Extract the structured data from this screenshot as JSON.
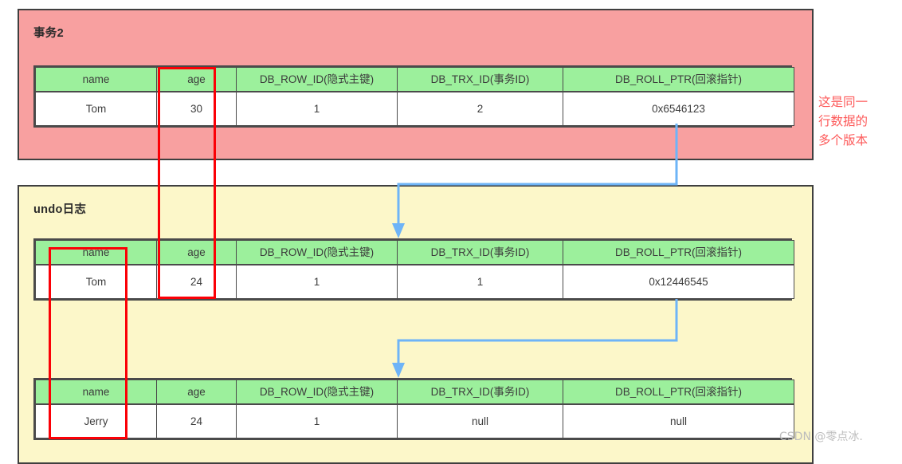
{
  "panels": {
    "transaction": {
      "title": "事务2"
    },
    "undo": {
      "title": "undo日志"
    }
  },
  "columns": {
    "name": "name",
    "age": "age",
    "row_id": "DB_ROW_ID(隐式主键)",
    "trx_id": "DB_TRX_ID(事务ID)",
    "roll_ptr": "DB_ROLL_PTR(回滚指针)"
  },
  "tables": [
    {
      "id": "current-row",
      "headers": [
        "name",
        "age",
        "DB_ROW_ID(隐式主键)",
        "DB_TRX_ID(事务ID)",
        "DB_ROLL_PTR(回滚指针)"
      ],
      "row": {
        "name": "Tom",
        "age": "30",
        "row_id": "1",
        "trx_id": "2",
        "roll_ptr": "0x6546123"
      }
    },
    {
      "id": "undo-version-1",
      "headers": [
        "name",
        "age",
        "DB_ROW_ID(隐式主键)",
        "DB_TRX_ID(事务ID)",
        "DB_ROLL_PTR(回滚指针)"
      ],
      "row": {
        "name": "Tom",
        "age": "24",
        "row_id": "1",
        "trx_id": "1",
        "roll_ptr": "0x12446545"
      }
    },
    {
      "id": "undo-version-2",
      "headers": [
        "name",
        "age",
        "DB_ROW_ID(隐式主键)",
        "DB_TRX_ID(事务ID)",
        "DB_ROLL_PTR(回滚指针)"
      ],
      "row": {
        "name": "Jerry",
        "age": "24",
        "row_id": "1",
        "trx_id": "null",
        "roll_ptr": "null"
      }
    }
  ],
  "annotation": {
    "line1": "这是同一",
    "line2": "行数据的",
    "line3": "多个版本"
  },
  "watermark": "CSDN @零点冰.",
  "colors": {
    "transaction_panel": "#f8a0a0",
    "undo_panel": "#fcf7c9",
    "header_cell": "#9cf09c",
    "highlight_box": "#fb0006",
    "arrow": "#6eb4f7",
    "annotation_text": "#fd5a5a",
    "border": "#4a4a4a"
  }
}
